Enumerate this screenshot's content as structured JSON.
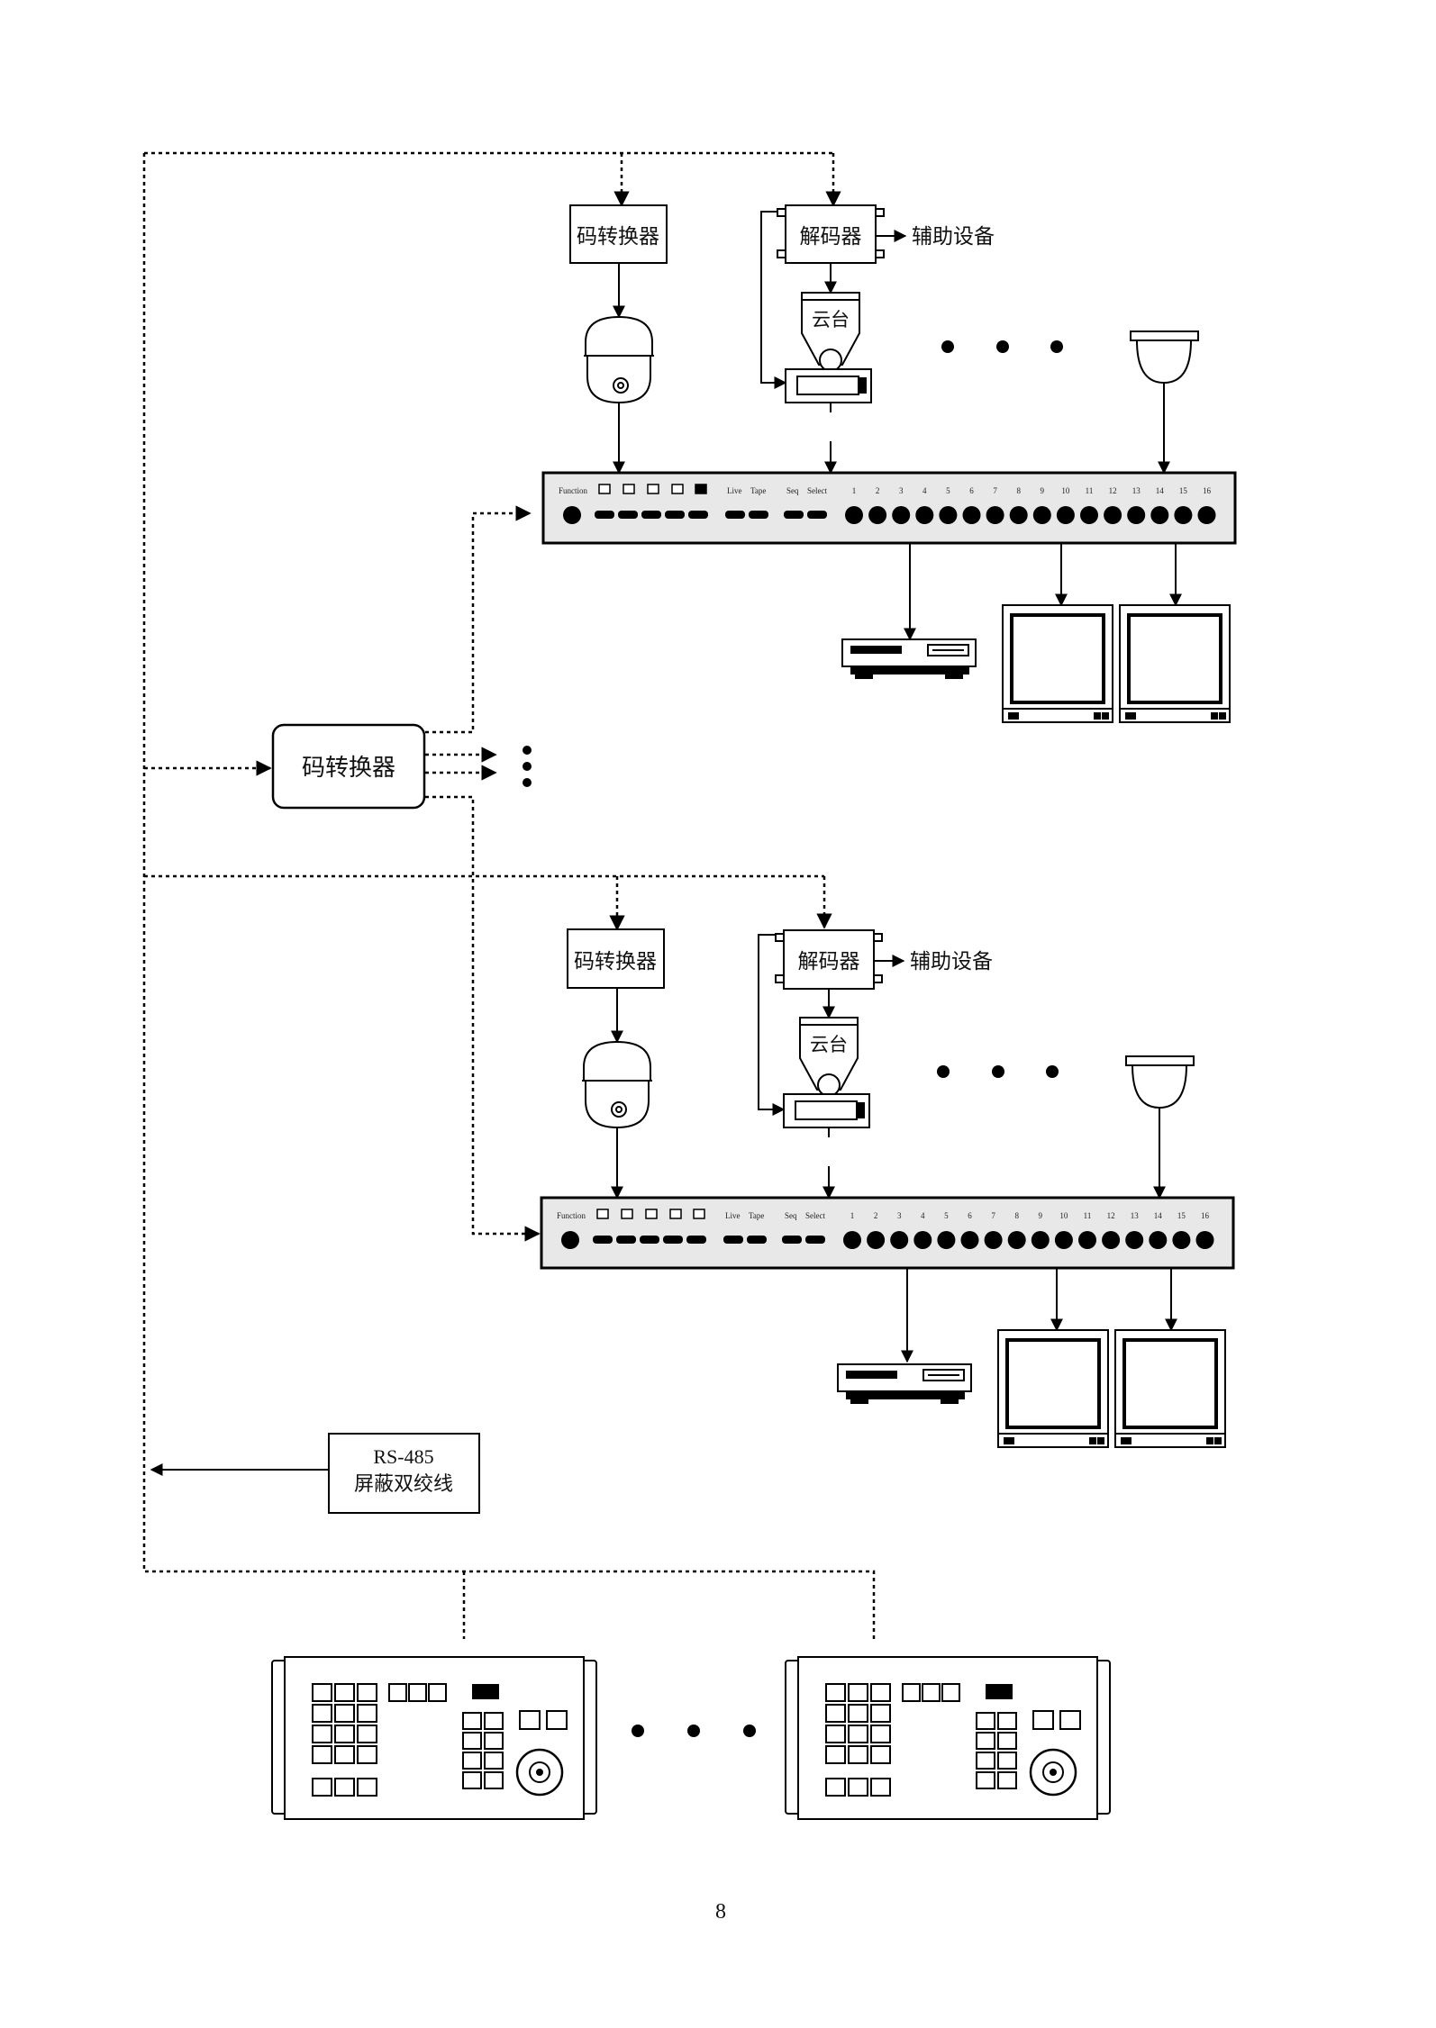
{
  "labels": {
    "code_converter": "码转换器",
    "decoder": "解码器",
    "aux_equipment": "辅助设备",
    "ptz": "云台",
    "rs485_line1": "RS-485",
    "rs485_line2": "屏蔽双绞线"
  },
  "matrix_panel": {
    "function_label": "Function",
    "live_label": "Live",
    "tape_label": "Tape",
    "seq_label": "Seq",
    "select_label": "Select",
    "channels": [
      "1",
      "2",
      "3",
      "4",
      "5",
      "6",
      "7",
      "8",
      "9",
      "10",
      "11",
      "12",
      "13",
      "14",
      "15",
      "16"
    ]
  },
  "page_number": "8"
}
